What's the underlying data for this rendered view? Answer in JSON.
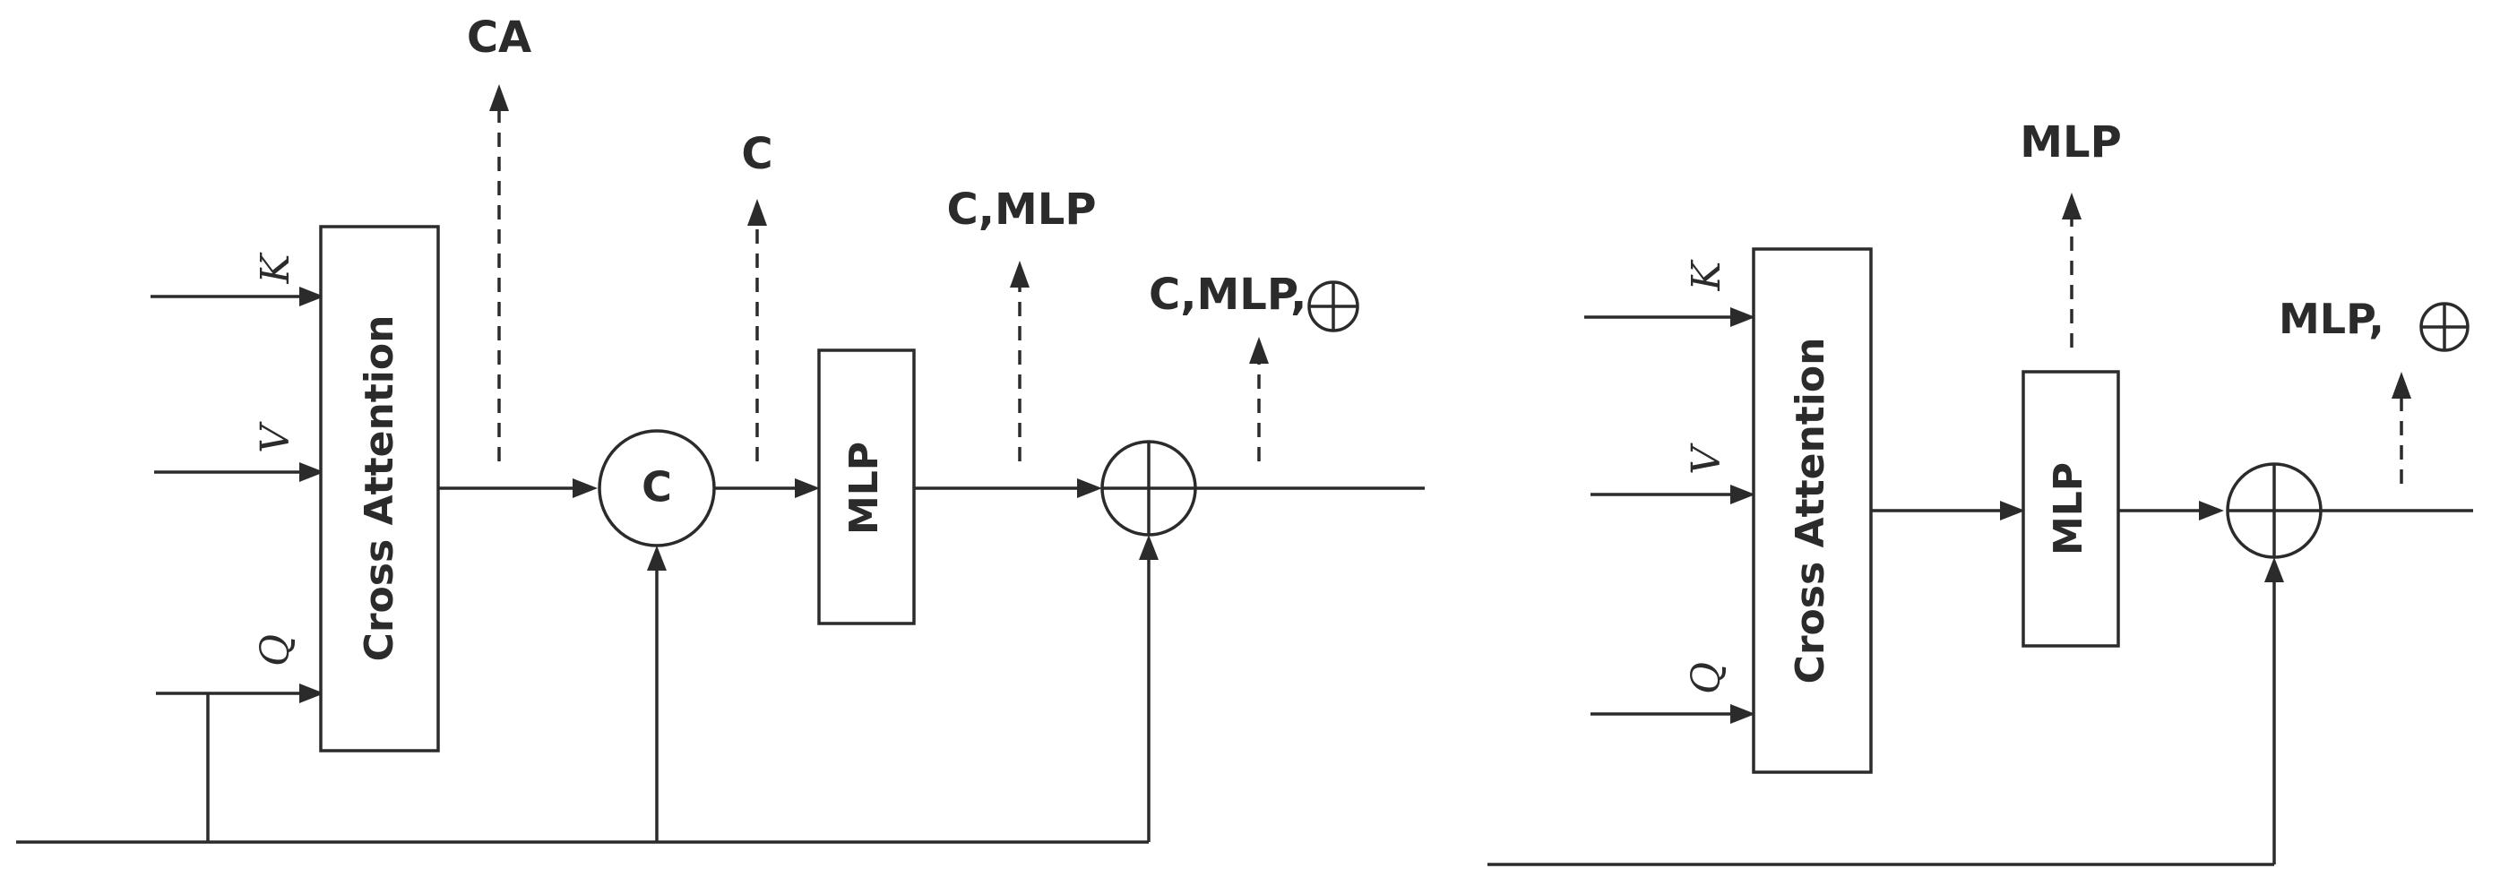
{
  "left_block": {
    "cross_attention_label": "Cross Attention",
    "concat_label": "C",
    "mlp_label": "MLP",
    "inputs": {
      "k": "K",
      "v": "V",
      "q": "Q"
    },
    "taps": {
      "after_cross_attention": "CA",
      "after_concat": "C",
      "after_mlp": "C,MLP",
      "after_add": "C,MLP,"
    }
  },
  "right_block": {
    "cross_attention_label": "Cross Attention",
    "mlp_label": "MLP",
    "inputs": {
      "k": "K",
      "v": "V",
      "q": "Q"
    },
    "taps": {
      "after_mlp": "MLP",
      "after_add": "MLP,"
    }
  },
  "icons": {
    "add_operator": "circled-plus-icon"
  }
}
